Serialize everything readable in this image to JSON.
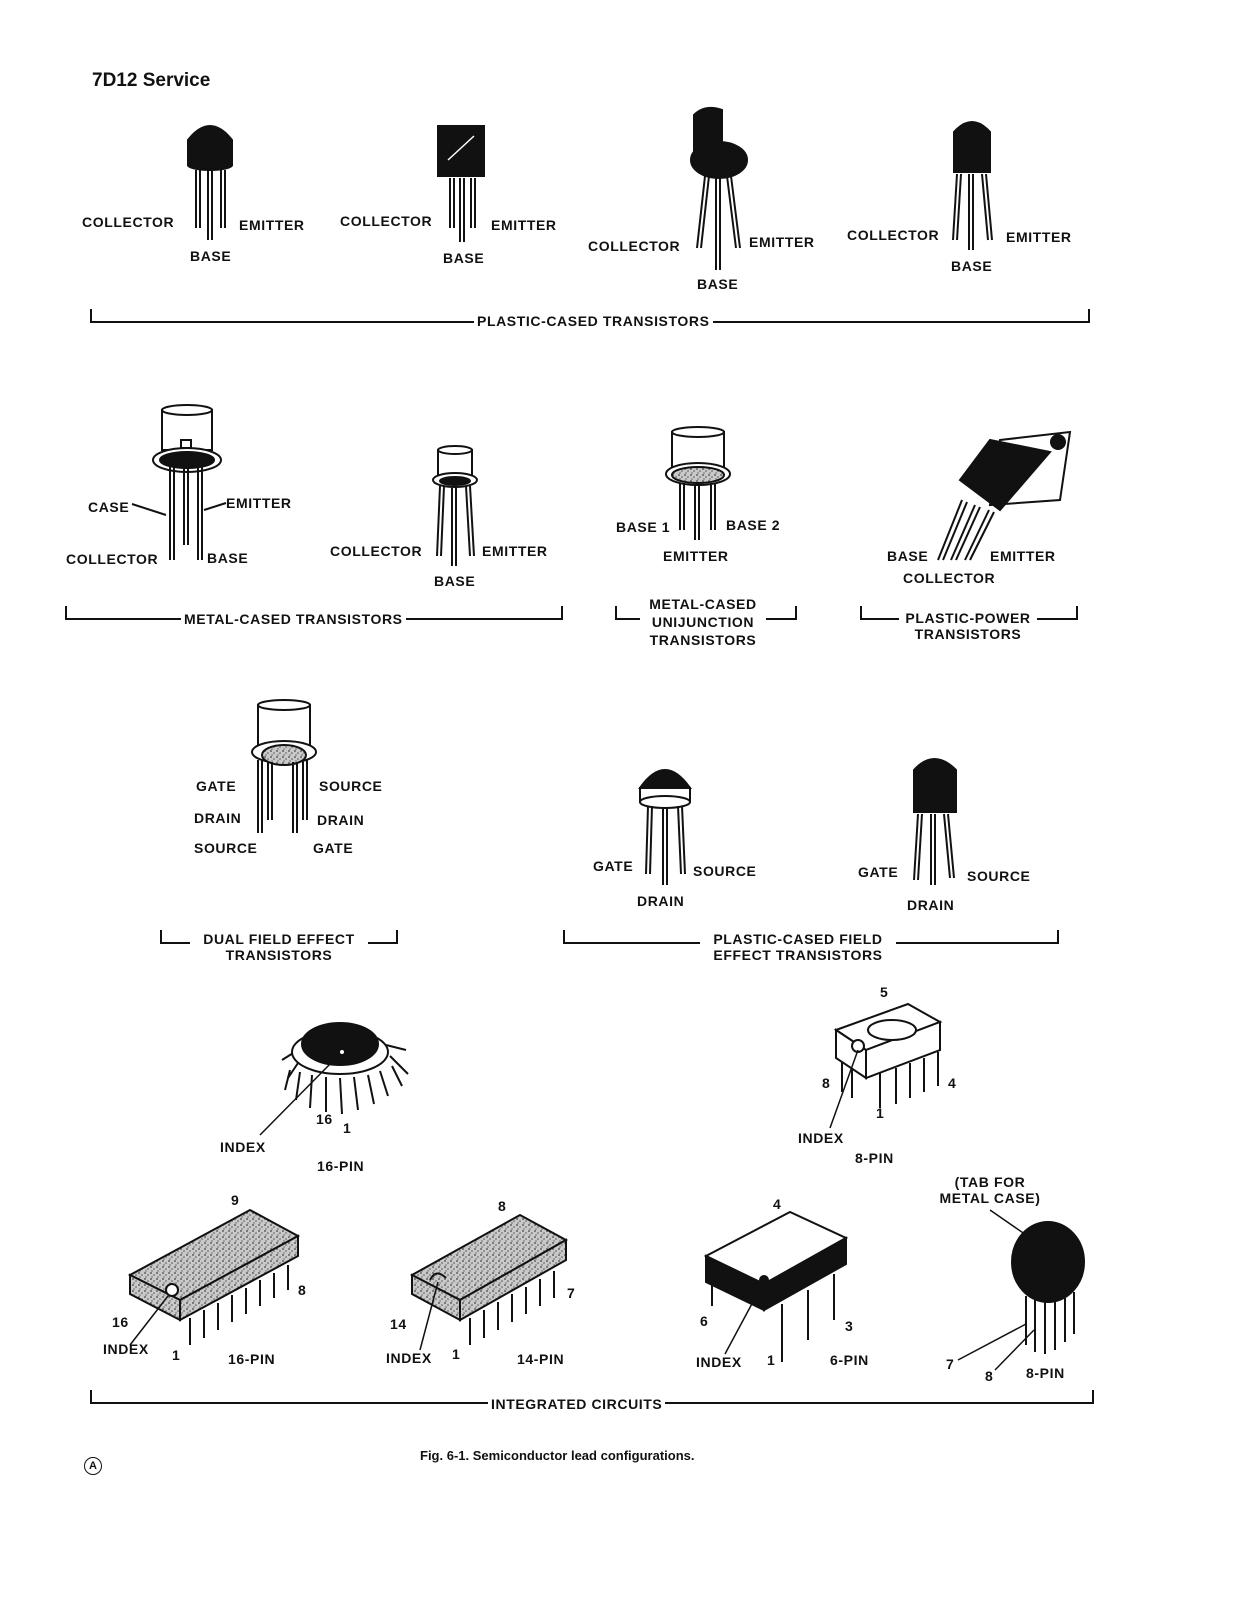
{
  "header": "7D12 Service",
  "plastic_transistors": {
    "t1": {
      "collector": "COLLECTOR",
      "emitter": "EMITTER",
      "base": "BASE"
    },
    "t2": {
      "collector": "COLLECTOR",
      "emitter": "EMITTER",
      "base": "BASE"
    },
    "t3": {
      "collector": "COLLECTOR",
      "emitter": "EMITTER",
      "base": "BASE"
    },
    "t4": {
      "collector": "COLLECTOR",
      "emitter": "EMITTER",
      "base": "BASE"
    },
    "group_label": "PLASTIC-CASED TRANSISTORS"
  },
  "metal_transistors": {
    "t1": {
      "case": "CASE",
      "emitter": "EMITTER",
      "collector": "COLLECTOR",
      "base": "BASE"
    },
    "t2": {
      "collector": "COLLECTOR",
      "emitter": "EMITTER",
      "base": "BASE"
    },
    "group_label": "METAL-CASED TRANSISTORS"
  },
  "unijunction": {
    "base1": "BASE 1",
    "base2": "BASE 2",
    "emitter": "EMITTER",
    "group_label_1": "METAL-CASED",
    "group_label_2": "UNIJUNCTION",
    "group_label_3": "TRANSISTORS"
  },
  "plastic_power": {
    "base": "BASE",
    "emitter": "EMITTER",
    "collector": "COLLECTOR",
    "group_label_1": "PLASTIC-POWER",
    "group_label_2": "TRANSISTORS"
  },
  "dual_fet": {
    "gate_l": "GATE",
    "drain_l": "DRAIN",
    "source_l": "SOURCE",
    "source_r": "SOURCE",
    "drain_r": "DRAIN",
    "gate_r": "GATE",
    "group_label_1": "DUAL FIELD EFFECT",
    "group_label_2": "TRANSISTORS"
  },
  "plastic_fet": {
    "f1": {
      "gate": "GATE",
      "source": "SOURCE",
      "drain": "DRAIN"
    },
    "f2": {
      "gate": "GATE",
      "source": "SOURCE",
      "drain": "DRAIN"
    },
    "group_label_1": "PLASTIC-CASED FIELD",
    "group_label_2": "EFFECT TRANSISTORS"
  },
  "ics": {
    "round16": {
      "pin16": "16",
      "pin1": "1",
      "index": "INDEX",
      "name": "16-PIN"
    },
    "dip8": {
      "pin5": "5",
      "pin8": "8",
      "pin4": "4",
      "pin1": "1",
      "index": "INDEX",
      "name": "8-PIN"
    },
    "dip16": {
      "pin9": "9",
      "pin8": "8",
      "pin16": "16",
      "pin1": "1",
      "index": "INDEX",
      "name": "16-PIN"
    },
    "dip14": {
      "pin8": "8",
      "pin7": "7",
      "pin14": "14",
      "pin1": "1",
      "index": "INDEX",
      "name": "14-PIN"
    },
    "dip6": {
      "pin4": "4",
      "pin6": "6",
      "pin3": "3",
      "pin1": "1",
      "index": "INDEX",
      "name": "6-PIN"
    },
    "can8": {
      "tab_1": "(TAB FOR",
      "tab_2": "METAL CASE)",
      "pin7": "7",
      "pin8": "8",
      "name": "8-PIN"
    },
    "group_label": "INTEGRATED CIRCUITS"
  },
  "caption": "Fig. 6-1.  Semiconductor lead configurations.",
  "revision_mark": "A"
}
